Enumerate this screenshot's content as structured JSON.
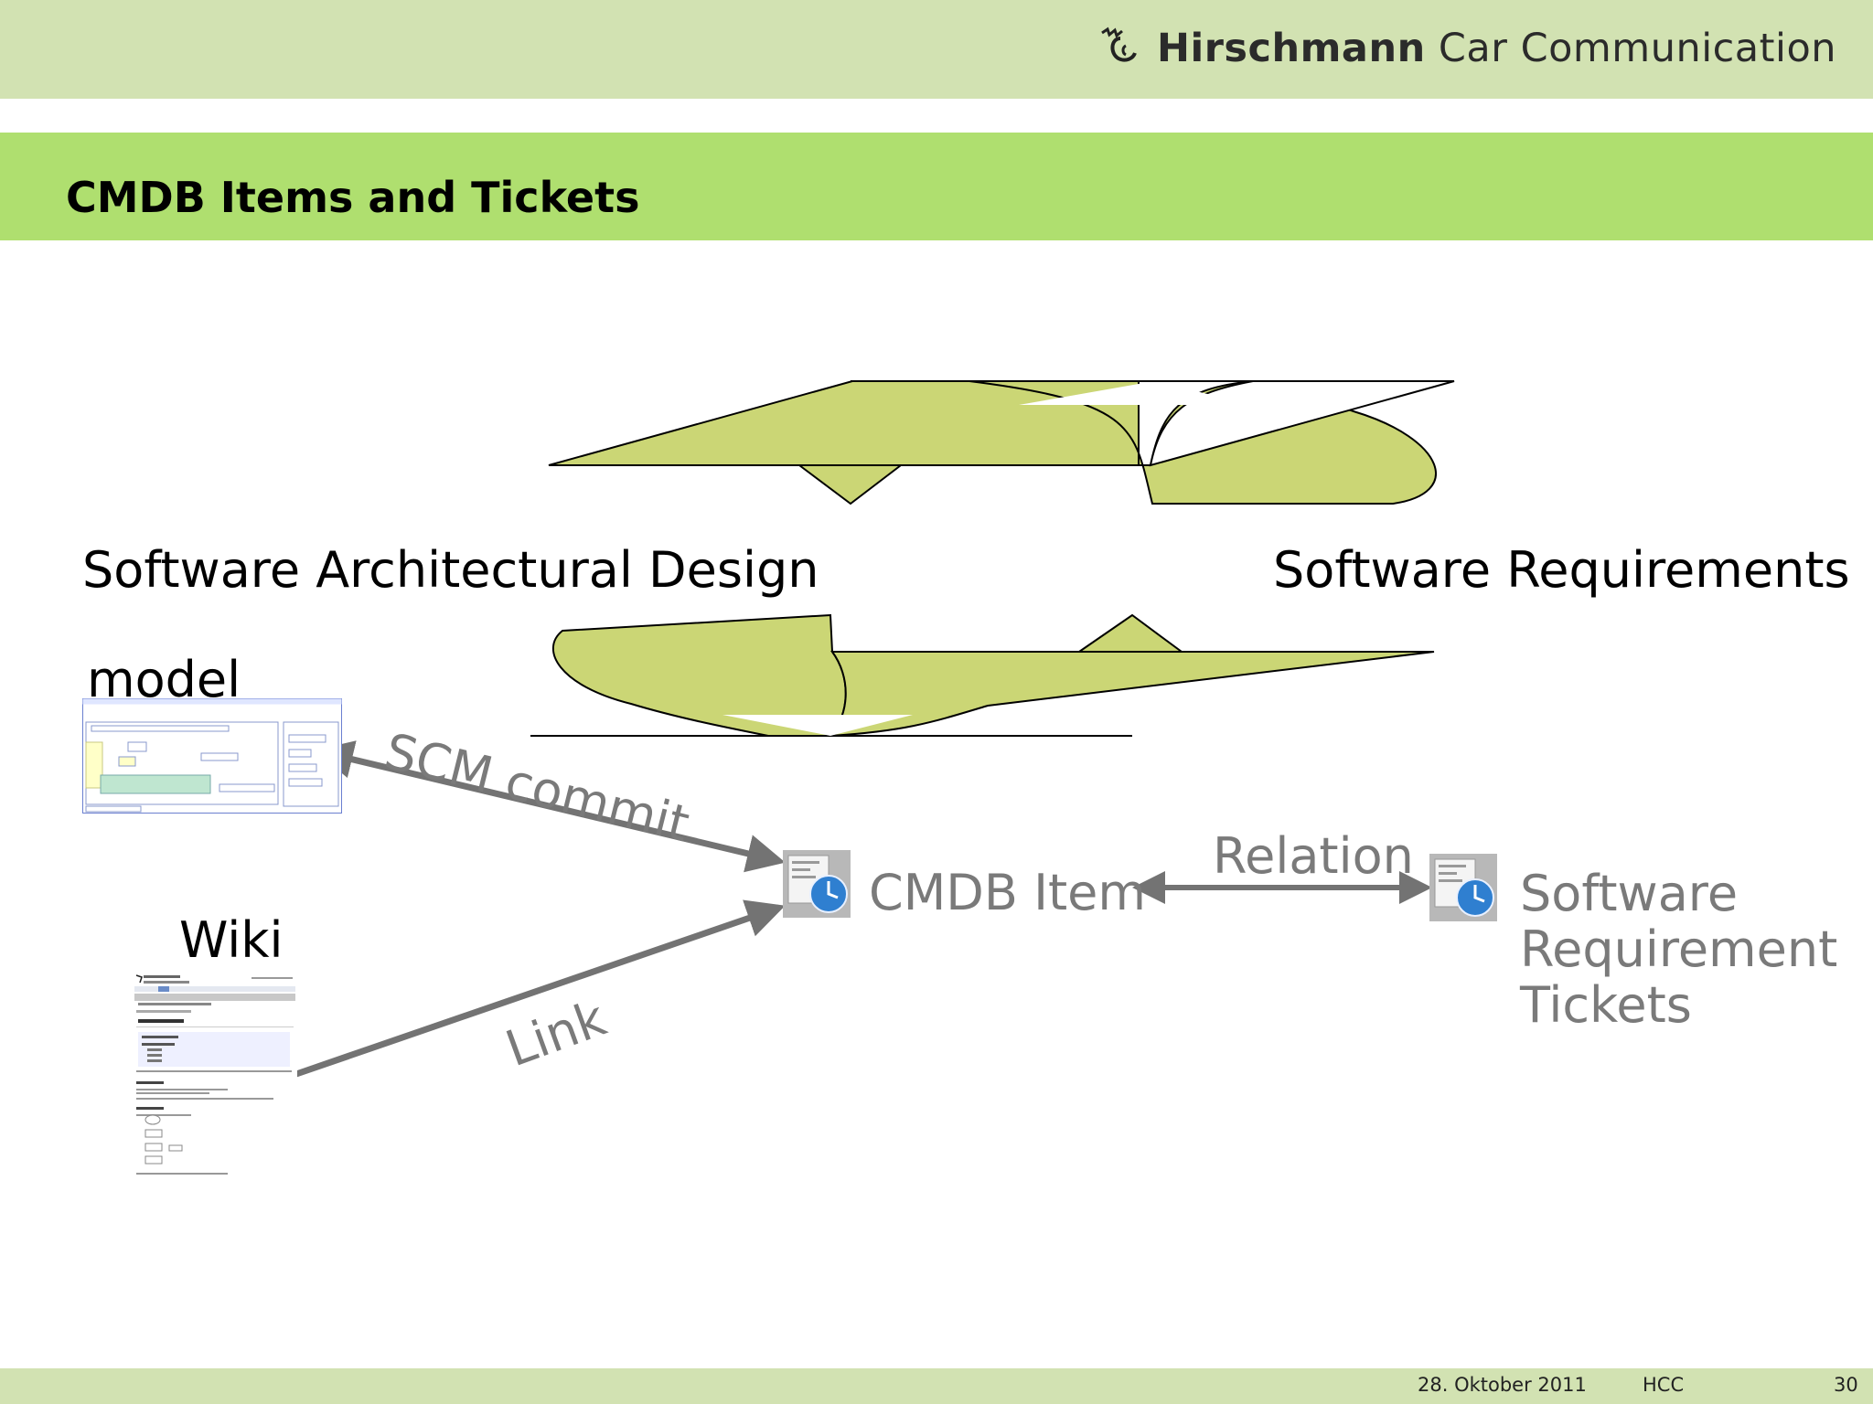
{
  "header": {
    "brand_bold": "Hirschmann",
    "brand_regular": "Car Communication",
    "logo_icon": "hirschmann-logo-icon"
  },
  "slide": {
    "title": "CMDB Items and Tickets"
  },
  "diagram": {
    "sw_arch_label": "Software Architectural Design",
    "sw_req_label": "Software Requirements",
    "model_label": "model",
    "wiki_label": "Wiki",
    "scm_commit_label": "SCM commit",
    "link_label": "Link",
    "relation_label": "Relation",
    "cmdb_item_label": "CMDB Item",
    "ticket_line1": "Software",
    "ticket_line2": "Requirement",
    "ticket_line3": "Tickets",
    "shape_fill": "#cbd675",
    "arrow_color": "#737373",
    "cmdb_icon": "cmdb-item-icon",
    "ticket_icon": "ticket-item-icon"
  },
  "footer": {
    "date": "28. Oktober 2011",
    "company": "HCC",
    "page": "30"
  }
}
